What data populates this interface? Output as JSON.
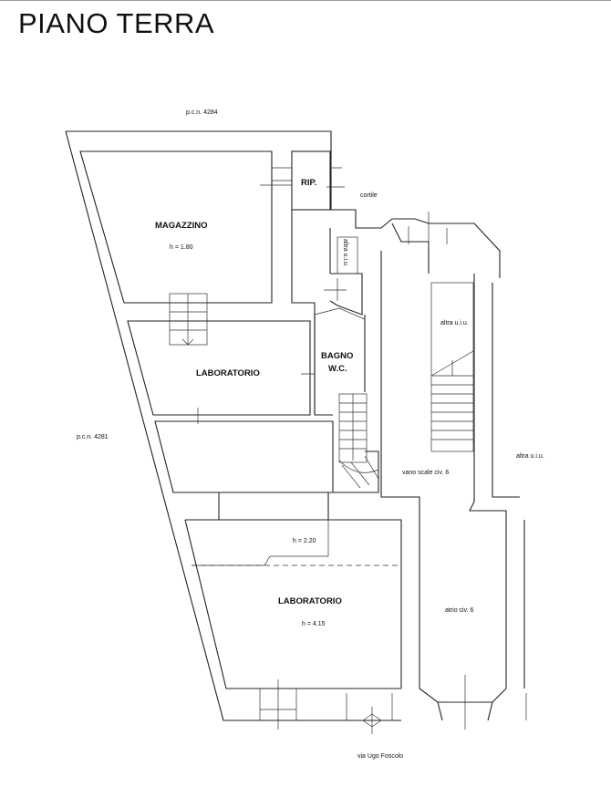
{
  "title": "PIANO TERRA",
  "labels": {
    "parcel_top": "p.c.n. 4284",
    "parcel_left": "p.c.n. 4281",
    "cortile": "cortile",
    "rip": "RIP.",
    "magazzino": "MAGAZZINO",
    "magazzino_h": "h = 1.80",
    "lab_upper": "LABORATORIO",
    "bagno": "BAGNO",
    "wc": "W.C.",
    "lab_lower": "LABORATORIO",
    "lab_lower_h": "h = 4.15",
    "mezz_h": "h = 2.20",
    "altra_uiu_1": "altra u.i.u.",
    "altra_uiu_2": "altra u.i.u.",
    "altra_uiu_small": "altra u.i.u.",
    "vano_scale": "vano scale civ. 6",
    "atrio": "atrio civ. 6",
    "street": "via Ugo Foscolo"
  }
}
